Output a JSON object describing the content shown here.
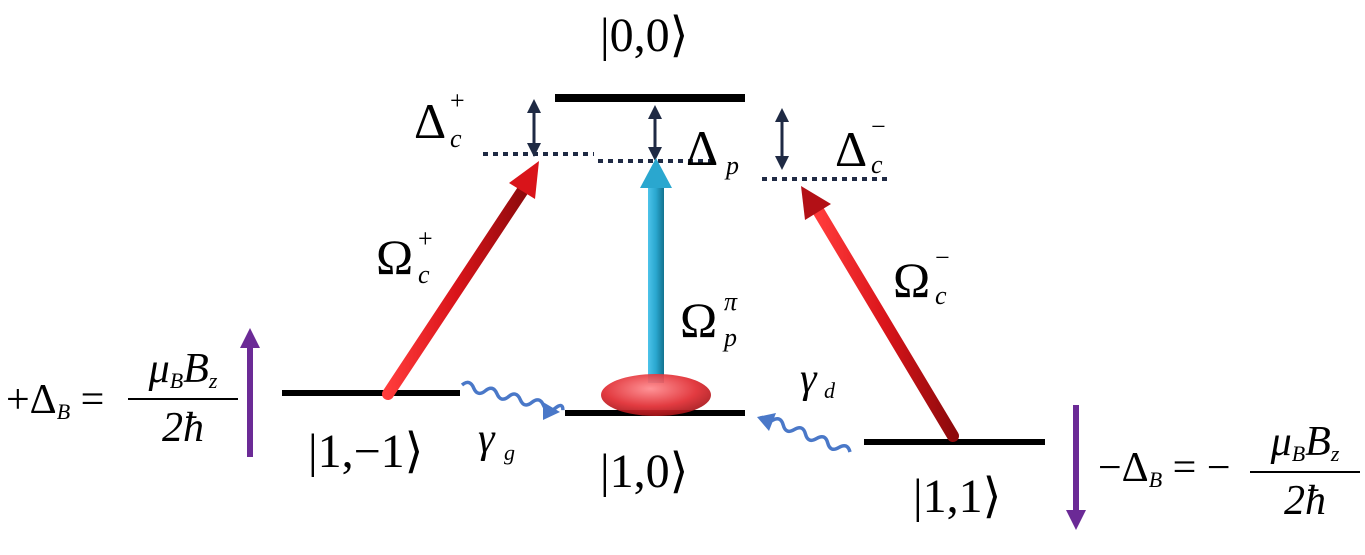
{
  "levels": {
    "top": {
      "ket": "|0,0⟩"
    },
    "left": {
      "ket": "|1,−1⟩"
    },
    "center": {
      "ket": "|1,0⟩"
    },
    "right": {
      "ket": "|1,1⟩"
    }
  },
  "detunings": {
    "dc_plus": {
      "base": "Δ",
      "sub": "c",
      "sup": "+"
    },
    "dc_minus": {
      "base": "Δ",
      "sub": "c",
      "sup": "−"
    },
    "dp": {
      "base": "Δ",
      "sub": "p"
    }
  },
  "couplings": {
    "omega_c_plus": {
      "base": "Ω",
      "sub": "c",
      "sup": "+"
    },
    "omega_c_minus": {
      "base": "Ω",
      "sub": "c",
      "sup": "−"
    },
    "omega_p_pi": {
      "base": "Ω",
      "sub": "p",
      "sup": "π"
    }
  },
  "decays": {
    "gamma_g": {
      "base": "γ",
      "sub": "g"
    },
    "gamma_d": {
      "base": "γ",
      "sub": "d"
    }
  },
  "zeeman": {
    "left": {
      "lhs": "+Δ",
      "lhs_sub": "B",
      "eq": "=",
      "num": "μ",
      "num_sub1": "B",
      "num_mid": "B",
      "num_sub2": "z",
      "den": "2ħ"
    },
    "right": {
      "lhs": "−Δ",
      "lhs_sub": "B",
      "eq": "= −",
      "num": "μ",
      "num_sub1": "B",
      "num_mid": "B",
      "num_sub2": "z",
      "den": "2ħ"
    }
  },
  "colors": {
    "red_arrow": "#d9141a",
    "blue_arrow": "#2aa7cf",
    "purple_arrow": "#6b2a96",
    "wavy": "#4a78c8",
    "dash": "#1f2a44",
    "level": "#000000",
    "population": "#e02a30"
  }
}
